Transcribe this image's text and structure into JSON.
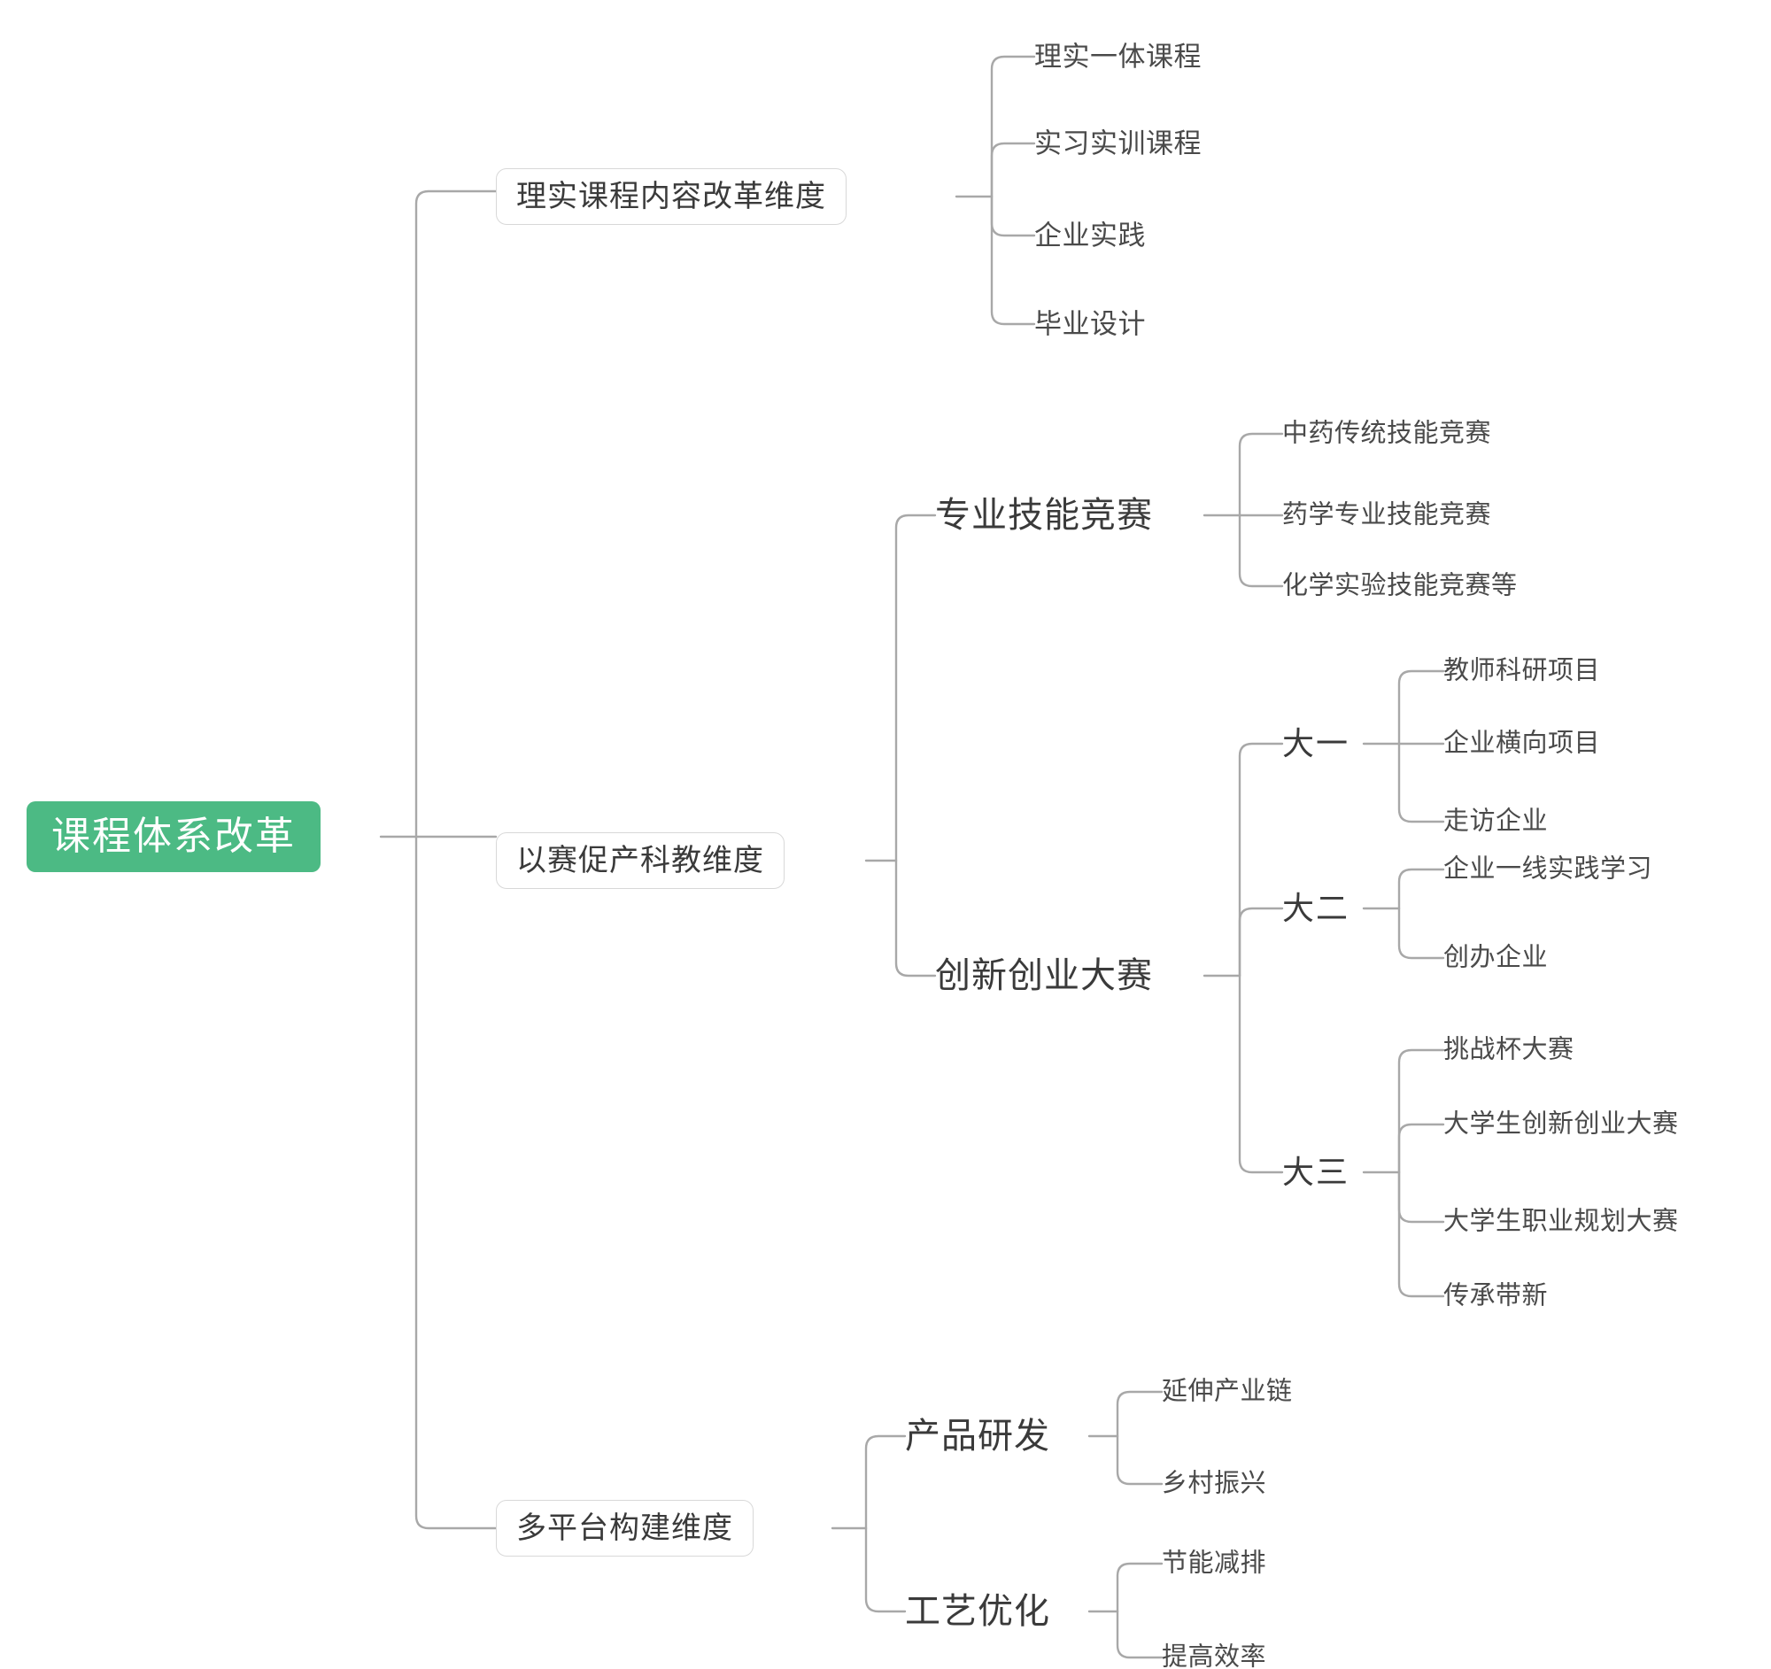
{
  "diagram": {
    "type": "mindmap",
    "title": "课程体系改革",
    "orientation": "left-to-right",
    "colors": {
      "root_fill": "#4CBA84",
      "root_text": "#FFFFFF",
      "node_border": "#D8D8D8",
      "node_fill": "#FFFFFF",
      "node_text": "#3A3A3A",
      "leaf_text": "#4A4A4A",
      "connector": "#A8A8A8",
      "background": "#FFFFFF"
    }
  },
  "root": {
    "label": "课程体系改革"
  },
  "branches": [
    {
      "id": "b1",
      "label": "理实课程内容改革维度",
      "style": "boxed",
      "children": [
        {
          "label": "理实一体课程"
        },
        {
          "label": "实习实训课程"
        },
        {
          "label": "企业实践"
        },
        {
          "label": "毕业设计"
        }
      ]
    },
    {
      "id": "b2",
      "label": "以赛促产科教维度",
      "style": "boxed",
      "children": [
        {
          "label": "专业技能竞赛",
          "style": "text",
          "children": [
            {
              "label": "中药传统技能竞赛"
            },
            {
              "label": "药学专业技能竞赛"
            },
            {
              "label": "化学实验技能竞赛等"
            }
          ]
        },
        {
          "label": "创新创业大赛",
          "style": "text",
          "children": [
            {
              "label": "大一",
              "children": [
                {
                  "label": "教师科研项目"
                },
                {
                  "label": "企业横向项目"
                },
                {
                  "label": "走访企业"
                }
              ]
            },
            {
              "label": "大二",
              "children": [
                {
                  "label": "企业一线实践学习"
                },
                {
                  "label": "创办企业"
                }
              ]
            },
            {
              "label": "大三",
              "children": [
                {
                  "label": "挑战杯大赛"
                },
                {
                  "label": "大学生创新创业大赛"
                },
                {
                  "label": "大学生职业规划大赛"
                },
                {
                  "label": "传承带新"
                }
              ]
            }
          ]
        }
      ]
    },
    {
      "id": "b3",
      "label": "多平台构建维度",
      "style": "boxed",
      "children": [
        {
          "label": "产品研发",
          "style": "text",
          "children": [
            {
              "label": "延伸产业链"
            },
            {
              "label": "乡村振兴"
            }
          ]
        },
        {
          "label": "工艺优化",
          "style": "text",
          "children": [
            {
              "label": "节能减排"
            },
            {
              "label": "提高效率"
            }
          ]
        }
      ]
    }
  ]
}
